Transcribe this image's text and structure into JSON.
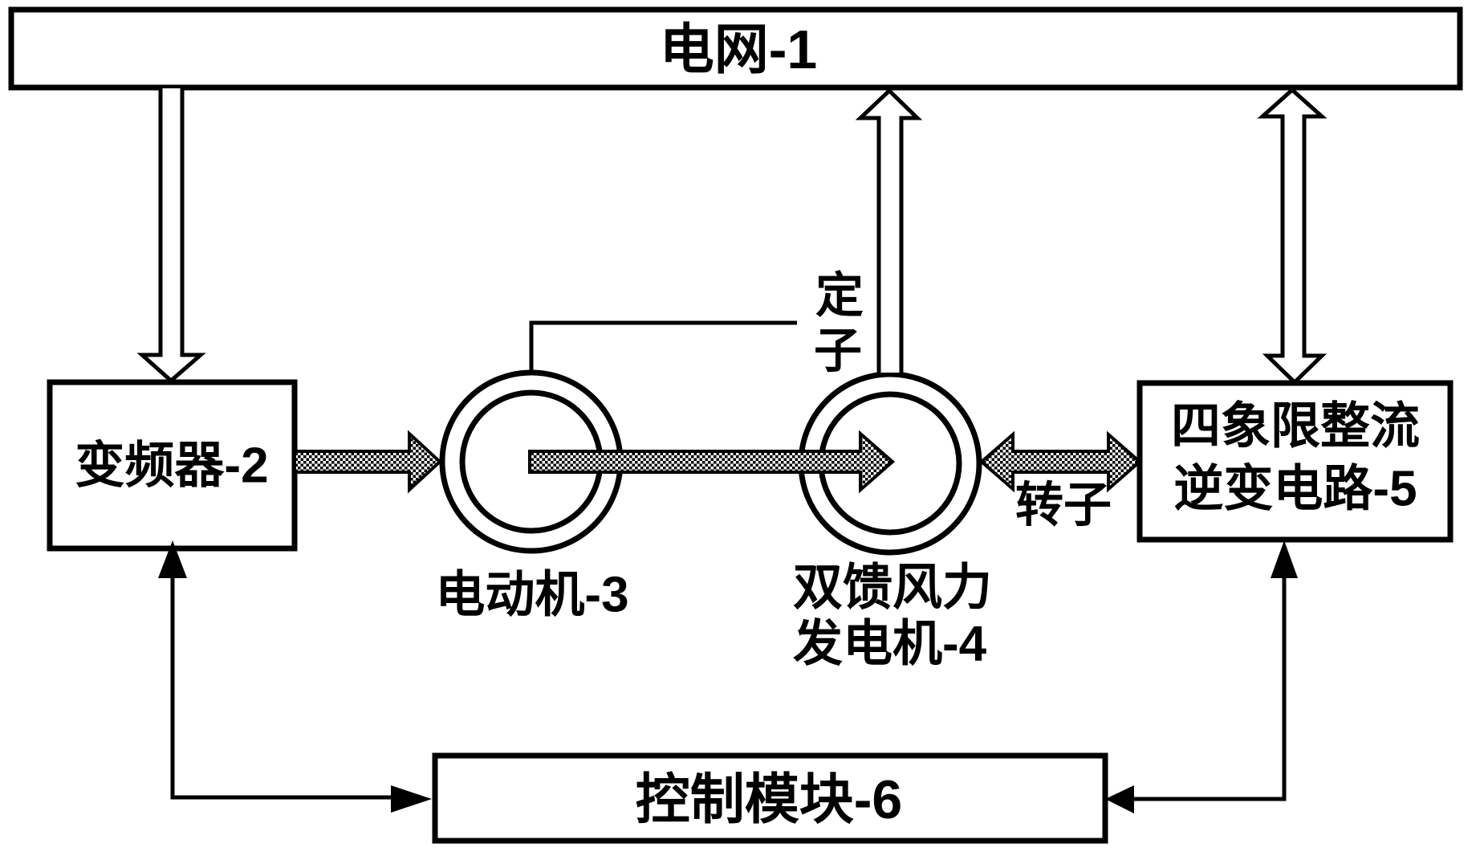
{
  "figure": {
    "type": "patent-block-diagram",
    "description_domain": "doubly-fed wind power generator test system",
    "colors": {
      "background": "#ffffff",
      "stroke": "#000000"
    },
    "nodes": {
      "grid": {
        "label": "电网-1"
      },
      "converter": {
        "label": "变频器-2"
      },
      "motor": {
        "label": "电动机-3"
      },
      "generator": {
        "label_line1": "双馈风力",
        "label_line2": "发电机-4"
      },
      "quadrant": {
        "label_line1": "四象限整流",
        "label_line2": "逆变电路-5"
      },
      "control": {
        "label": "控制模块-6"
      }
    },
    "annotations": {
      "stator": {
        "word": "定子",
        "char1": "定",
        "char2": "子"
      },
      "rotor": {
        "word": "转子"
      }
    }
  }
}
